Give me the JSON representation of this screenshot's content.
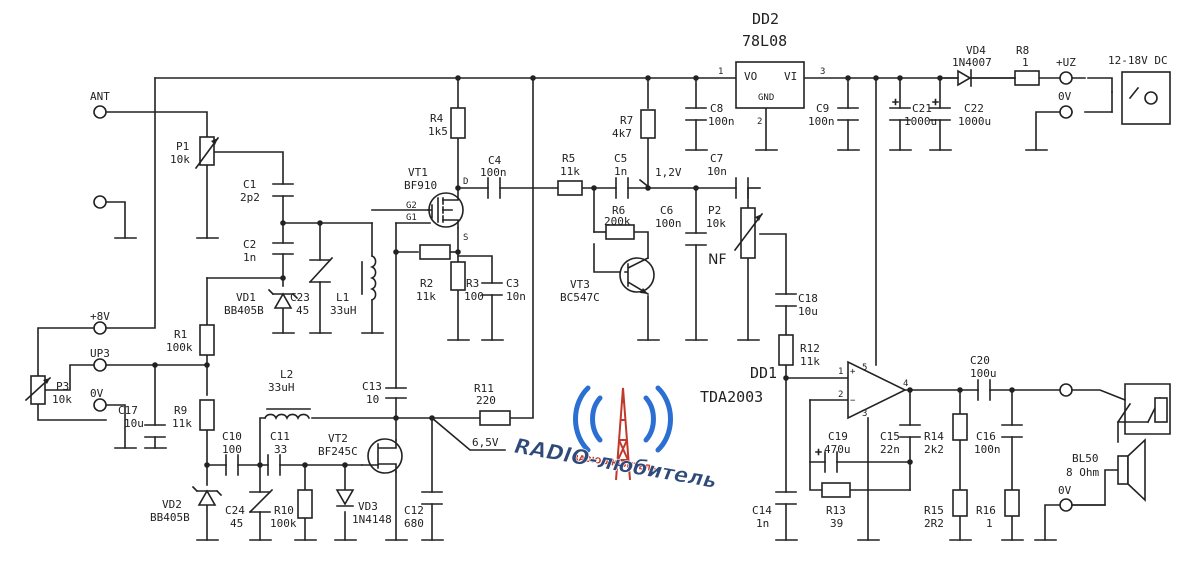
{
  "labels": {
    "dd2_name": "DD2",
    "dd2_part": "78L08",
    "dd2_vo": "VO",
    "dd2_vi": "VI",
    "dd2_gnd": "GND",
    "dd2_p1": "1",
    "dd2_p2": "2",
    "dd2_p3": "3",
    "dd1_name": "DD1",
    "dd1_part": "TDA2003",
    "dd1_p1": "1",
    "dd1_p2": "2",
    "dd1_p3": "3",
    "dd1_p4": "4",
    "dd1_p5": "5",
    "ant": "ANT",
    "p8v": "+8V",
    "up3": "UP3",
    "ov_left": "0V",
    "ov_right": "0V",
    "ov_spk": "0V",
    "uz": "+UZ",
    "dc": "12-18V DC",
    "nf": "NF",
    "v12": "1,2V",
    "v65": "6,5V",
    "vt1_g2": "G2",
    "vt1_g1": "G1",
    "vt1_d": "D",
    "vt1_s": "S",
    "vt1_name": "VT1",
    "vt1_val": "BF910",
    "vt2_name": "VT2",
    "vt2_val": "BF245C",
    "vt3_name": "VT3",
    "vt3_val": "BC547C",
    "vd1_name": "VD1",
    "vd1_val": "BB405B",
    "vd2_name": "VD2",
    "vd2_val": "BB405B",
    "vd3_name": "VD3",
    "vd3_val": "1N4148",
    "vd4_name": "VD4",
    "vd4_val": "1N4007",
    "r1_name": "R1",
    "r1_val": "100k",
    "r2_name": "R2",
    "r2_val": "11k",
    "r3_name": "R3",
    "r3_val": "100",
    "r4_name": "R4",
    "r4_val": "1k5",
    "r5_name": "R5",
    "r5_val": "11k",
    "r6_name": "R6",
    "r6_val": "200k",
    "r7_name": "R7",
    "r7_val": "4k7",
    "r8_name": "R8",
    "r8_val": "1",
    "r9_name": "R9",
    "r9_val": "11k",
    "r10_name": "R10",
    "r10_val": "100k",
    "r11_name": "R11",
    "r11_val": "220",
    "r12_name": "R12",
    "r12_val": "11k",
    "r13_name": "R13",
    "r13_val": "39",
    "r14_name": "R14",
    "r14_val": "2k2",
    "r15_name": "R15",
    "r15_val": "2R2",
    "r16_name": "R16",
    "r16_val": "1",
    "c1_name": "C1",
    "c1_val": "2p2",
    "c2_name": "C2",
    "c2_val": "1n",
    "c3_name": "C3",
    "c3_val": "10n",
    "c4_name": "C4",
    "c4_val": "100n",
    "c5_name": "C5",
    "c5_val": "1n",
    "c6_name": "C6",
    "c6_val": "100n",
    "c7_name": "C7",
    "c7_val": "10n",
    "c8_name": "C8",
    "c8_val": "100n",
    "c9_name": "C9",
    "c9_val": "100n",
    "c10_name": "C10",
    "c10_val": "100",
    "c11_name": "C11",
    "c11_val": "33",
    "c12_name": "C12",
    "c12_val": "680",
    "c13_name": "C13",
    "c13_val": "10",
    "c14_name": "C14",
    "c14_val": "1n",
    "c15_name": "C15",
    "c15_val": "22n",
    "c16_name": "C16",
    "c16_val": "100n",
    "c17_name": "C17",
    "c17_val": "10u",
    "c18_name": "C18",
    "c18_val": "10u",
    "c19_name": "C19",
    "c19_val": "470u",
    "c20_name": "C20",
    "c20_val": "100u",
    "c21_name": "C21",
    "c21_val": "1000u",
    "c22_name": "C22",
    "c22_val": "1000u",
    "c23_name": "C23",
    "c23_val": "45",
    "c24_name": "C24",
    "c24_val": "45",
    "l1_name": "L1",
    "l1_val": "33uH",
    "l2_name": "L2",
    "l2_val": "33uH",
    "p1_name": "P1",
    "p1_val": "10k",
    "p2_name": "P2",
    "p2_val": "10k",
    "p3_name": "P3",
    "p3_val": "10k",
    "bl_name": "BL50",
    "bl_val": "8 Ohm"
  },
  "logo": {
    "text": "RADIO-любитель",
    "small": "RADIO-ЛЮБИТЕЛЬ"
  },
  "colors": {
    "wire": "#222222",
    "logo_blue": "#2a6fd1",
    "logo_red": "#c0392b"
  }
}
